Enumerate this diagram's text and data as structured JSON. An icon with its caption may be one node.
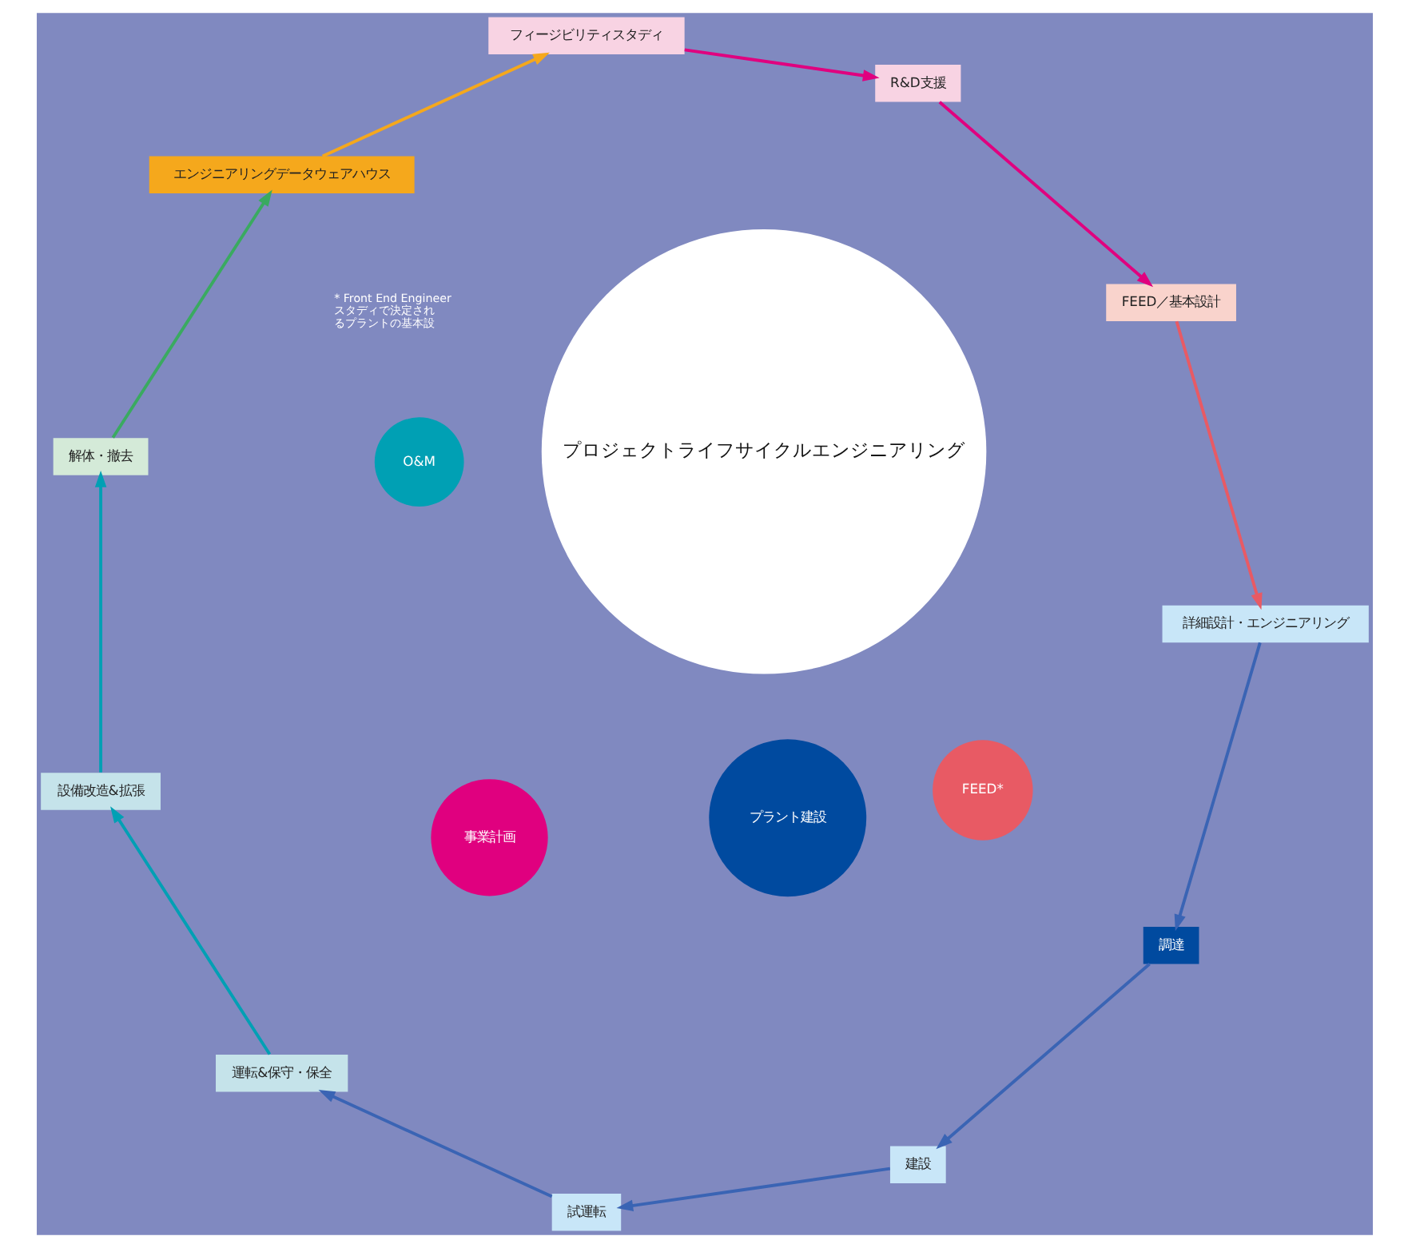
{
  "diagram": {
    "nodes": [
      {
        "text": [
          "プラント建設"
        ]
      },
      {
        "text": [
          "調達"
        ]
      },
      {
        "text": [
          "建設"
        ]
      },
      {
        "text": [
          "詳細設計・エンジニアリング"
        ]
      },
      {
        "text": [
          "試運転"
        ]
      },
      {
        "text": [
          "FEED*"
        ]
      },
      {
        "text": [
          "FEED／基本設計"
        ]
      },
      {
        "text": [
          "プロジェクトライフサイクルエンジニアリング"
        ]
      },
      {
        "text": [
          "運転&保守・保全"
        ]
      },
      {
        "text": [
          "O&M"
        ]
      },
      {
        "text": [
          "設備改造&拡張"
        ]
      },
      {
        "text": [
          "R&D支援"
        ]
      },
      {
        "text": [
          "フィージビリティスタディ"
        ]
      },
      {
        "text": [
          "解体・撤去"
        ]
      },
      {
        "text": [
          "事業計画"
        ]
      },
      {
        "text": [
          "エンジニアリングデータウェアハウス"
        ]
      }
    ],
    "edges": [
      {
        "from": 1,
        "to": 2,
        "arrow": "to"
      },
      {
        "from": 2,
        "to": 4,
        "arrow": "to"
      },
      {
        "from": 4,
        "to": 8,
        "arrow": "to"
      },
      {
        "from": 8,
        "to": 10,
        "arrow": "to",
        "color": "#00a0b4"
      },
      {
        "from": 10,
        "to": 13,
        "arrow": "to",
        "color": "#00a0b4"
      },
      {
        "from": 13,
        "to": 15,
        "arrow": "to",
        "color": "#3aaa60"
      },
      {
        "from": 15,
        "to": 12,
        "arrow": "to",
        "color": "#f5a81c"
      },
      {
        "from": 12,
        "to": 11,
        "arrow": "to",
        "color": "#e0007f"
      },
      {
        "from": 11,
        "to": 6,
        "arrow": "to",
        "color": "#e0007f"
      },
      {
        "from": 6,
        "to": 3,
        "arrow": "to",
        "color": "#e85a64"
      },
      {
        "from": 3,
        "to": 1,
        "arrow": "to"
      }
    ],
    "labels": [
      "* Front End Engineer",
      "スタディで決定され",
      "るプラントの基本設"
    ]
  }
}
